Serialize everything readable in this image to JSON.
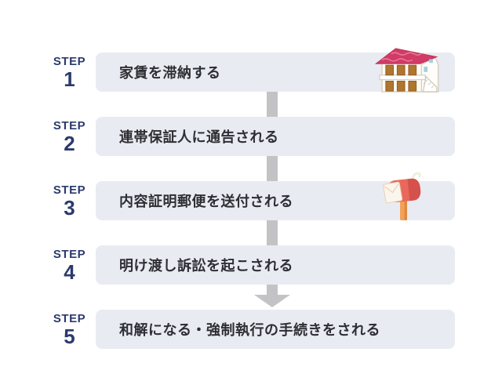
{
  "diagram": {
    "title": "rent-delinquency-step-flow",
    "steps": [
      {
        "label": "STEP",
        "number": "1",
        "text": "家賃を滞納する",
        "icon": "house-icon"
      },
      {
        "label": "STEP",
        "number": "2",
        "text": "連帯保証人に通告される",
        "icon": ""
      },
      {
        "label": "STEP",
        "number": "3",
        "text": "内容証明郵便を送付される",
        "icon": "mailbox-icon"
      },
      {
        "label": "STEP",
        "number": "4",
        "text": "明け渡し訴訟を起こされる",
        "icon": ""
      },
      {
        "label": "STEP",
        "number": "5",
        "text": "和解になる・強制執行の手続きをされる",
        "icon": ""
      }
    ],
    "connectors": [
      {
        "from": 1,
        "to": 2,
        "style": "vertical-bar"
      },
      {
        "from": 2,
        "to": 3,
        "style": "vertical-bar"
      },
      {
        "from": 3,
        "to": 4,
        "style": "vertical-bar"
      },
      {
        "from": 4,
        "to": 5,
        "style": "arrow-down"
      }
    ]
  },
  "colors": {
    "background": "#ffffff",
    "step_box_bg": "#e9ebf3",
    "step_label_navy": "#2b3a6e",
    "step_text": "#2e2e33",
    "connector_gray": "#c3c3c6",
    "house_roof_pink": "#d13b66",
    "house_door_brown": "#b0762e",
    "house_window_blue": "#9fd1e8",
    "mailbox_red": "#ea675c",
    "mailbox_red_dark": "#d5524c",
    "mailbox_post_orange": "#f2a158"
  }
}
